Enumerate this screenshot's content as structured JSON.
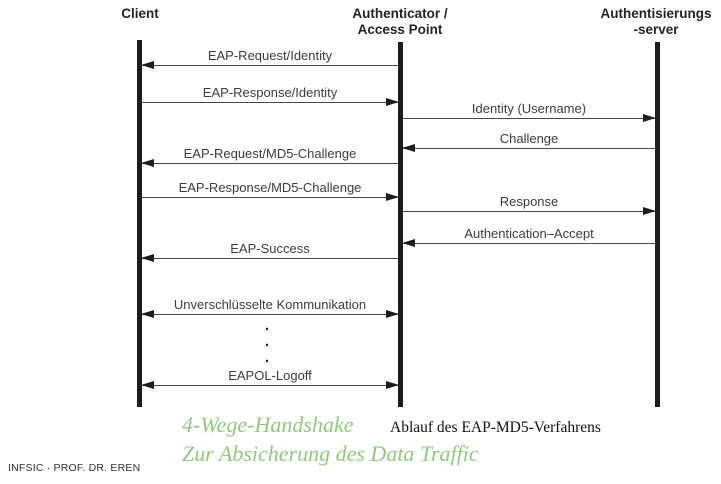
{
  "diagram": {
    "title_caption": "Ablauf des EAP-MD5-Verfahrens",
    "actors": [
      {
        "id": "client",
        "label": "Client"
      },
      {
        "id": "authenticator",
        "label_line1": "Authenticator /",
        "label_line2": "Access Point"
      },
      {
        "id": "server",
        "label_line1": "Authentisierungs",
        "label_line2": "-server"
      }
    ],
    "messages": [
      {
        "label": "EAP-Request/Identity",
        "from": "authenticator",
        "to": "client",
        "direction": "left"
      },
      {
        "label": "EAP-Response/Identity",
        "from": "client",
        "to": "authenticator",
        "direction": "right"
      },
      {
        "label": "Identity (Username)",
        "from": "authenticator",
        "to": "server",
        "direction": "right"
      },
      {
        "label": "Challenge",
        "from": "server",
        "to": "authenticator",
        "direction": "left"
      },
      {
        "label": "EAP-Request/MD5-Challenge",
        "from": "authenticator",
        "to": "client",
        "direction": "left"
      },
      {
        "label": "EAP-Response/MD5-Challenge",
        "from": "client",
        "to": "authenticator",
        "direction": "right"
      },
      {
        "label": "Response",
        "from": "authenticator",
        "to": "server",
        "direction": "right"
      },
      {
        "label": "Authentication–Accept",
        "from": "server",
        "to": "authenticator",
        "direction": "left"
      },
      {
        "label": "EAP-Success",
        "from": "authenticator",
        "to": "client",
        "direction": "left"
      },
      {
        "label": "Unverschlüsselte Kommunikation",
        "from": "client",
        "to": "authenticator",
        "direction": "both"
      },
      {
        "label": "EAPOL-Logoff",
        "from": "client",
        "to": "authenticator",
        "direction": "both"
      }
    ],
    "dot": "."
  },
  "captions": {
    "handshake_line1": "4-Wege-Handshake",
    "handshake_line2": "Zur Absicherung des Data Traffic",
    "diagram_caption": "Ablauf des EAP-MD5-Verfahrens",
    "footer": "INFSIC · PROF. DR. EREN"
  },
  "colors": {
    "accent_green": "#8fca7d",
    "line": "#1d1d1d",
    "label": "#3d3d3d",
    "background": "#ffffff"
  }
}
